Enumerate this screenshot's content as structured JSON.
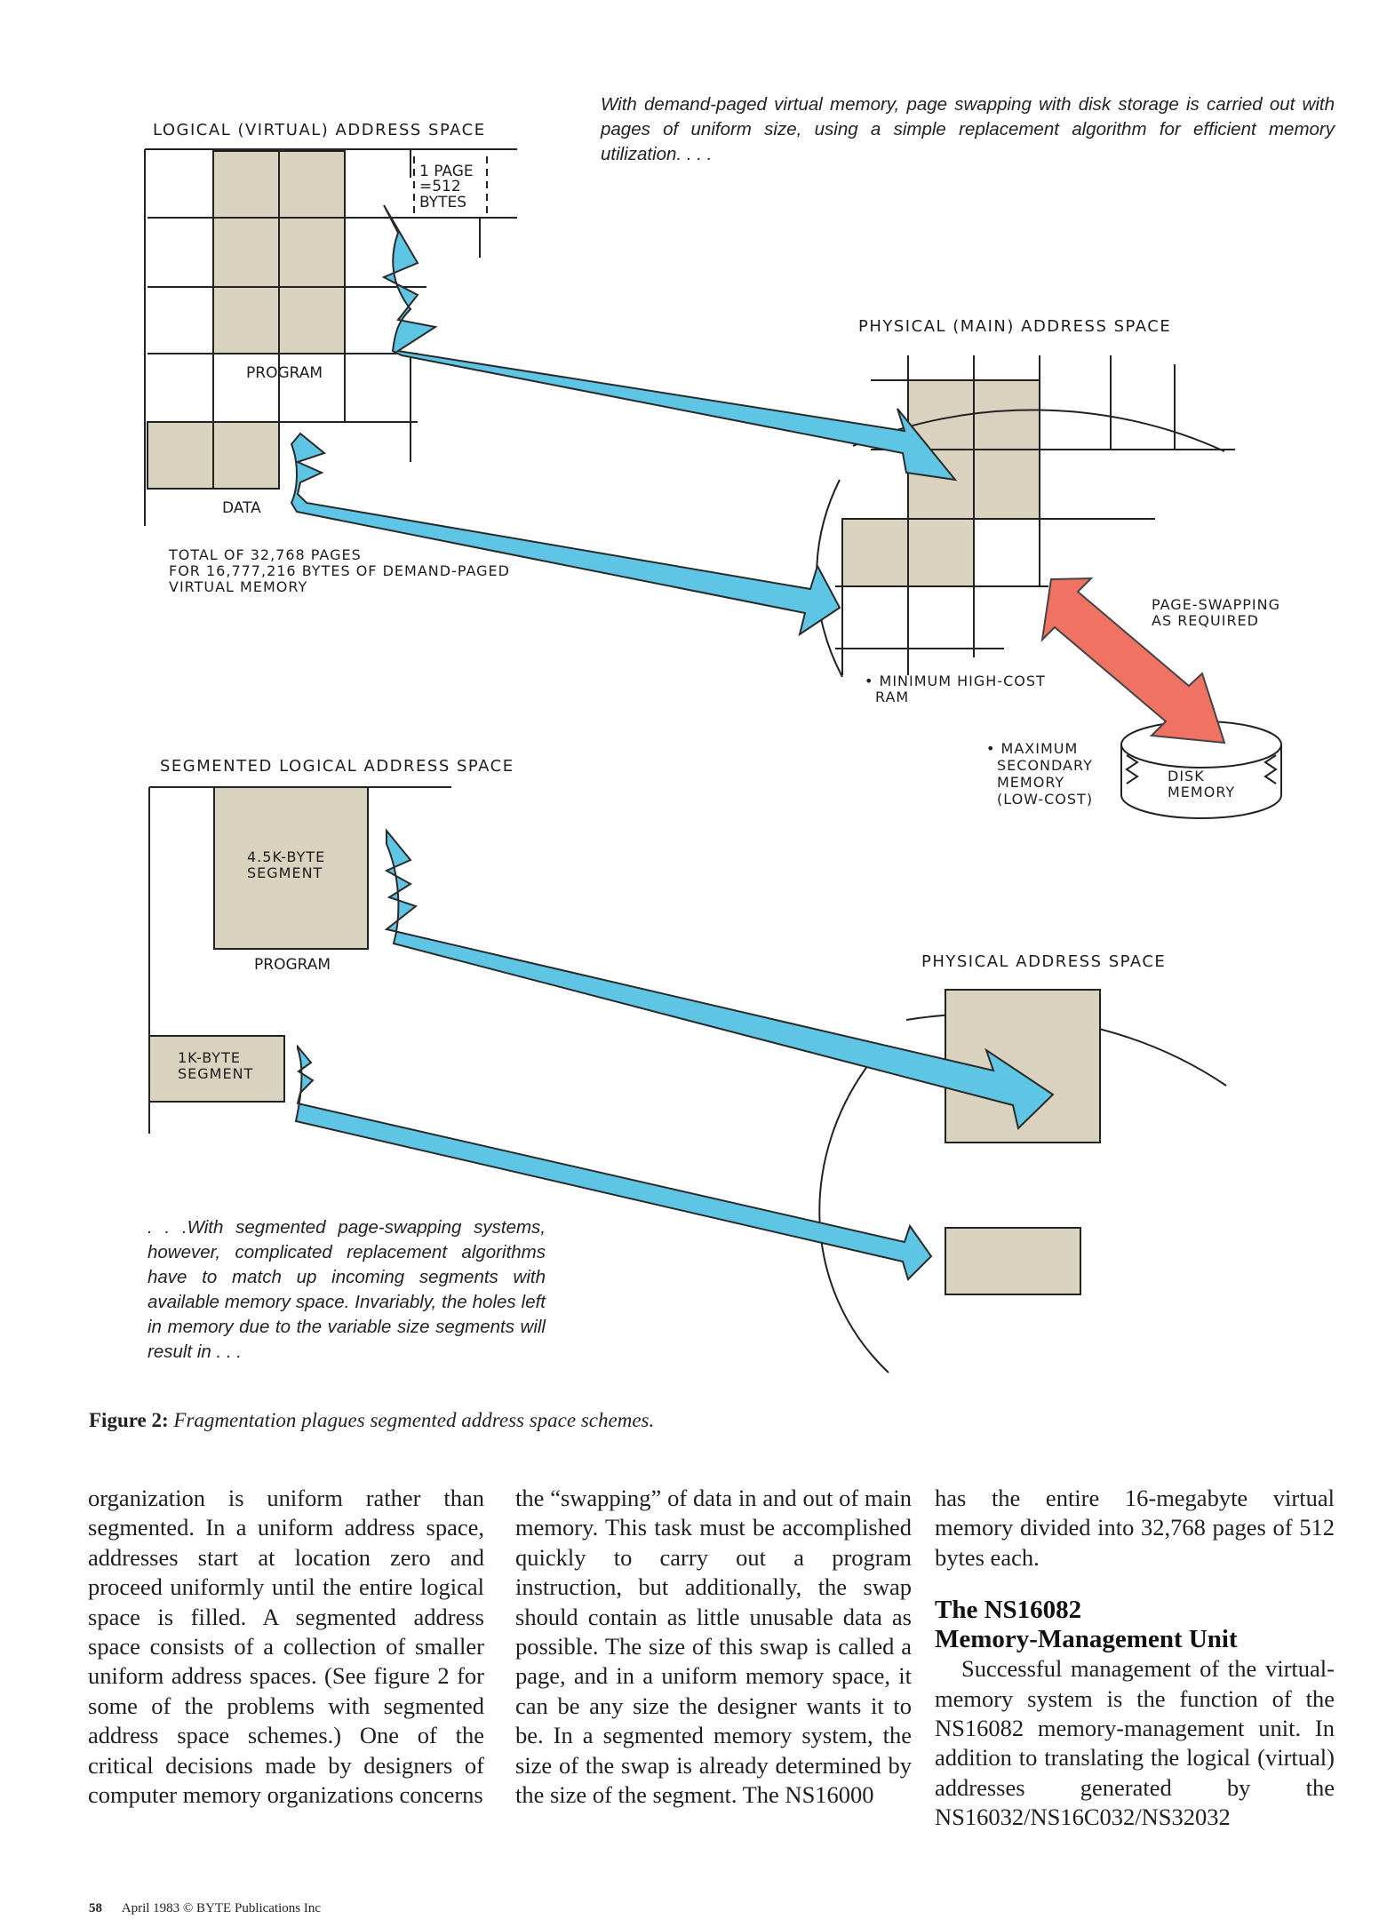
{
  "figure": {
    "logical_title": "LOGICAL (VIRTUAL) ADDRESS SPACE",
    "page_label_1": "1 PAGE",
    "page_label_2": "=512",
    "page_label_3": "BYTES",
    "program_label": "PROGRAM",
    "data_label": "DATA",
    "total_1": "TOTAL OF 32,768 PAGES",
    "total_2": "FOR 16,777,216 BYTES OF DEMAND-PAGED",
    "total_3": "VIRTUAL MEMORY",
    "physical_main_title": "PHYSICAL (MAIN) ADDRESS SPACE",
    "min_ram_1": "• MINIMUM HIGH-COST",
    "min_ram_2": "RAM",
    "swap_1": "PAGE-SWAPPING",
    "swap_2": "AS REQUIRED",
    "max_sec_1": "• MAXIMUM",
    "max_sec_2": "SECONDARY",
    "max_sec_3": "MEMORY",
    "max_sec_4": "(LOW-COST)",
    "disk_1": "DISK",
    "disk_2": "MEMORY",
    "segmented_title": "SEGMENTED LOGICAL ADDRESS SPACE",
    "seg45_1": "4.5K-BYTE",
    "seg45_2": "SEGMENT",
    "seg_program_label": "PROGRAM",
    "seg1k_1": "1K-BYTE",
    "seg1k_2": "SEGMENT",
    "physical_title": "PHYSICAL ADDRESS SPACE",
    "caption_top": "With demand-paged virtual memory, page swapping with disk storage is carried out with pages of uniform size, using a simple replacement algorithm for efficient memory utilization. . . .",
    "caption_bottom": ". . .With segmented page-swapping systems, however, complicated replacement algorithms have to match up incoming segments with available memory space. Invariably, the holes left in memory due to the variable size segments will result in . . .",
    "fig_label": "Figure 2:",
    "fig_text": "Fragmentation plagues segmented address space schemes.",
    "colors": {
      "arrow_blue": "#5ec6e4",
      "arrow_red": "#f07262",
      "page_fill": "#d8d2be"
    }
  },
  "body": {
    "col1": "organization is uniform rather than segmented. In a uniform address space, addresses start at location zero and proceed uniformly until the entire logical space is filled. A segmented address space consists of a collection of smaller uniform address spaces. (See figure 2 for some of the problems with segmented address space schemes.) One of the critical decisions made by designers of computer memory organizations concerns",
    "col2": "the “swapping” of data in and out of main memory. This task must be accomplished quickly to carry out a program instruction, but additionally, the swap should contain as little unusable data as possible. The size of this swap is called a page, and in a uniform memory space, it can be any size the designer wants it to be. In a segmented memory system, the size of the swap is already determined by the size of the segment. The NS16000",
    "col3_intro": "has the entire 16-megabyte virtual memory divided into 32,768 pages of 512 bytes each.",
    "heading_1": "The NS16082",
    "heading_2": "Memory-Management Unit",
    "col3_para": "Successful management of the virtual-memory system is the function of the NS16082 memory-management unit. In addition to translating the logical (virtual) addresses generated by the NS16032/NS16C032/NS32032"
  },
  "footer": {
    "page_number": "58",
    "publication": "April 1983 © BYTE Publications Inc"
  }
}
